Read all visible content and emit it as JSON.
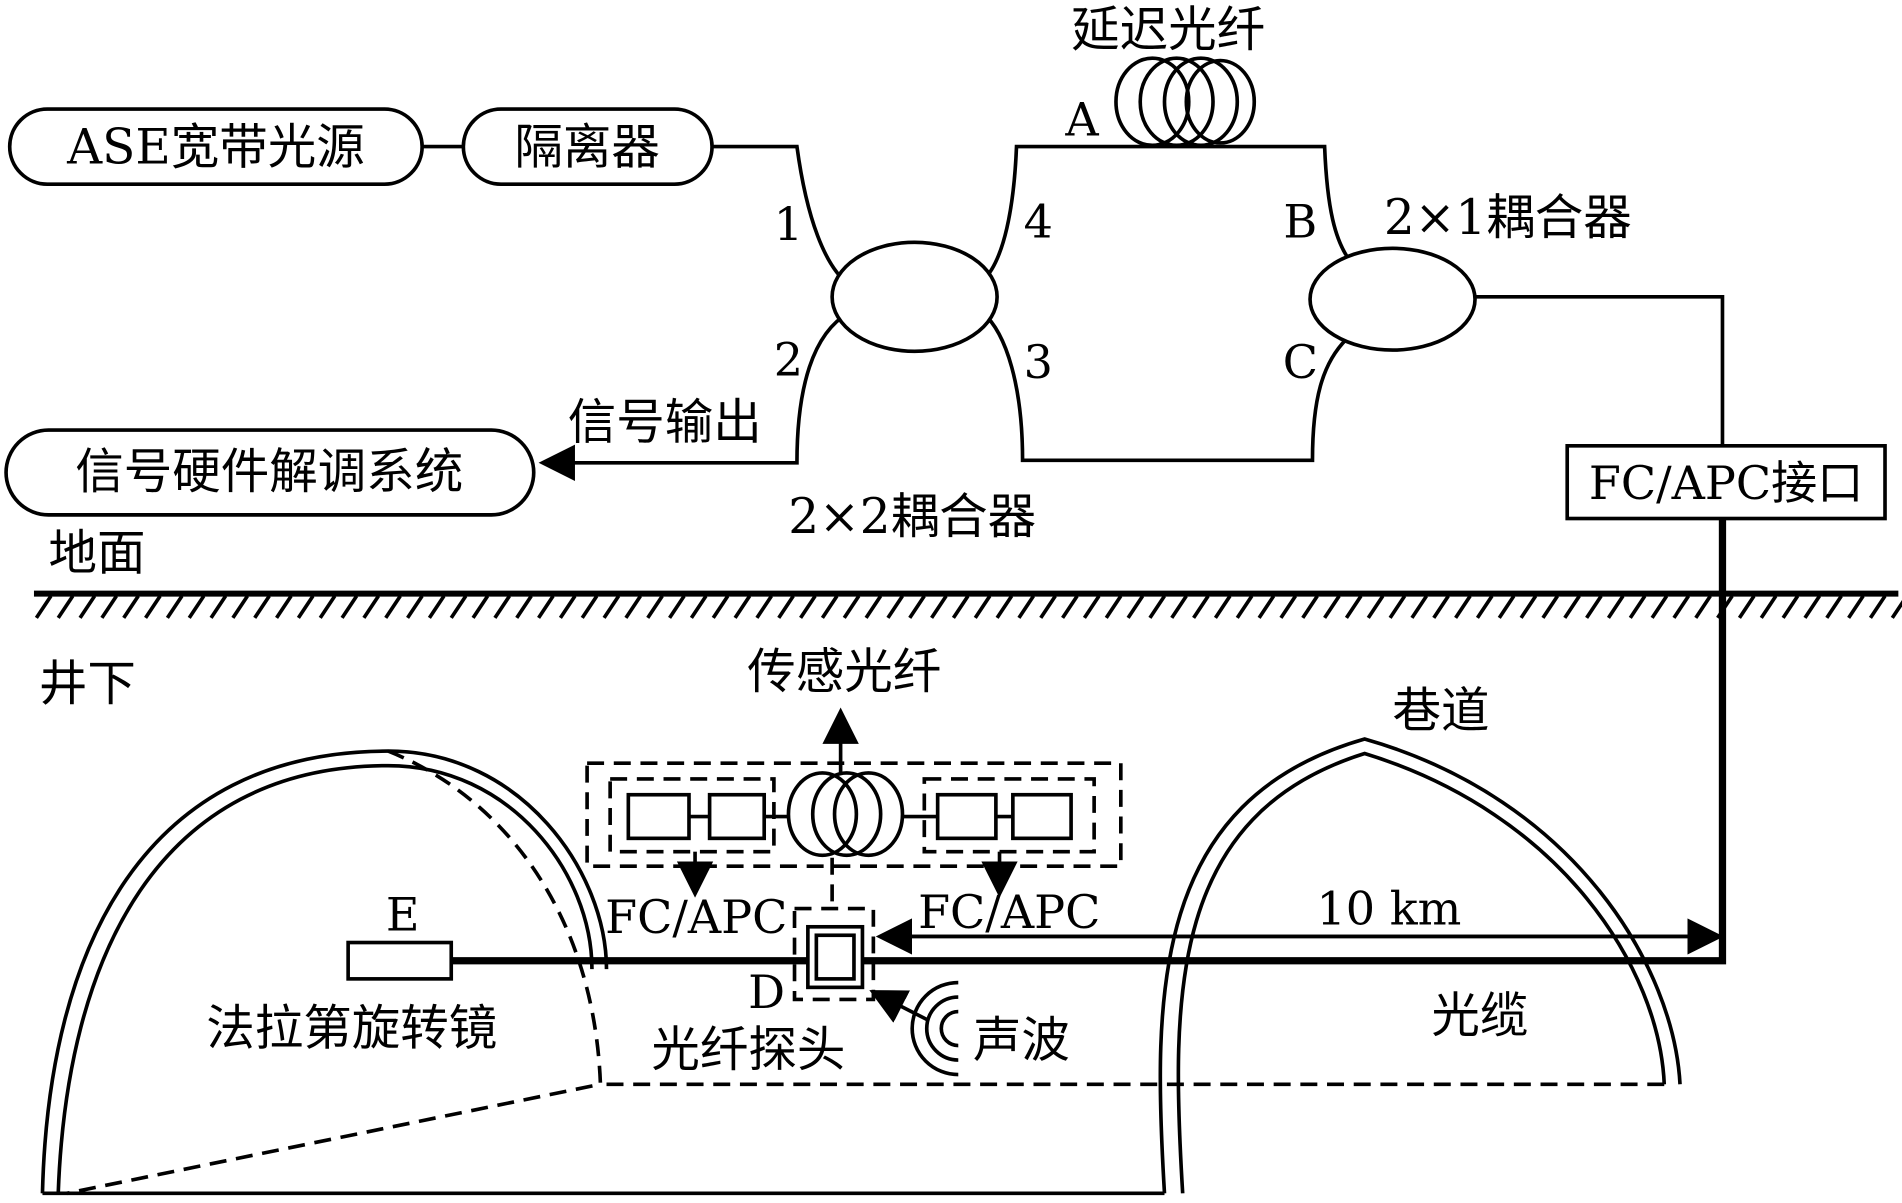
{
  "title": "光纤声波传感系统示意图",
  "surface": {
    "label_ground": "地面",
    "source": "ASE宽带光源",
    "isolator": "隔离器",
    "delay_fiber": "延迟光纤",
    "coupler_2x2": "2×2耦合器",
    "coupler_2x1": "2×1耦合器",
    "demod_system": "信号硬件解调系统",
    "signal_output": "信号输出",
    "interface": "FC/APC接口",
    "ports": {
      "p1": "1",
      "p2": "2",
      "p3": "3",
      "p4": "4",
      "A": "A",
      "B": "B",
      "C": "C"
    }
  },
  "underground": {
    "label_underground": "井下",
    "tunnel": "巷道",
    "sensing_fiber": "传感光纤",
    "fcapc_left": "FC/APC",
    "fcapc_right": "FC/APC",
    "distance": "10 km",
    "point_E": "E",
    "point_D": "D",
    "faraday_mirror": "法拉第旋转镜",
    "probe": "光纤探头",
    "sound_wave": "声波",
    "cable": "光缆"
  }
}
